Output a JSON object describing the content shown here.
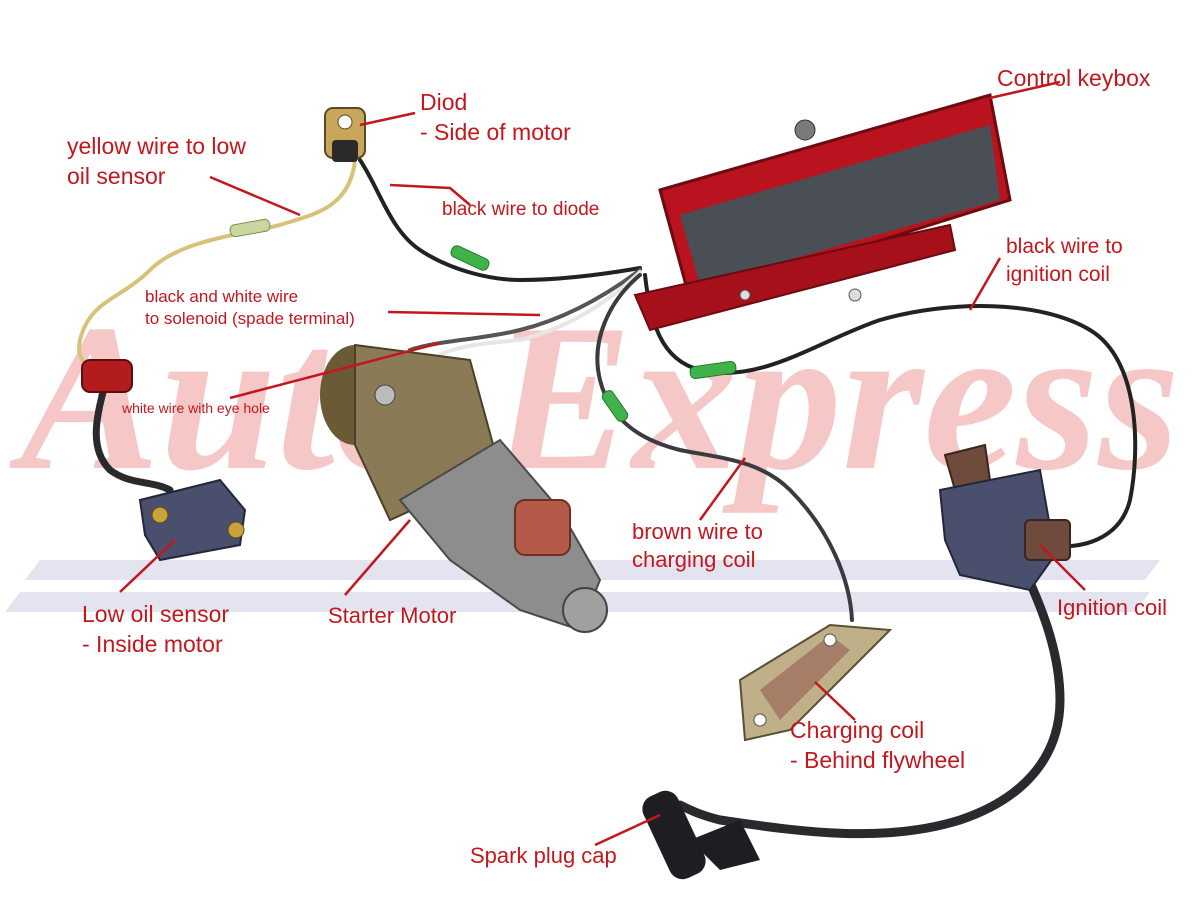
{
  "colors": {
    "label": "#c4171d",
    "leader": "#c4171d",
    "watermark": "#f2b5b5",
    "stripe": "#d9d9ea",
    "keybox": "#b8131e",
    "coil_body": "#4b4f6e",
    "motor": "#8a7a55",
    "wire": "#222222"
  },
  "watermark": {
    "text": "Auto Express"
  },
  "labels": {
    "control_keybox": "Control keybox",
    "diod_1": "Diod",
    "diod_2": "- Side of motor",
    "yellow_wire_1": "yellow wire to low",
    "yellow_wire_2": "oil sensor",
    "black_wire_diode": "black wire to diode",
    "black_wire_ign_1": "black wire to",
    "black_wire_ign_2": "ignition coil",
    "bw_wire_1": "black and white wire",
    "bw_wire_2": "to solenoid (spade terminal)",
    "white_wire_eye": "white wire with eye hole",
    "brown_wire_1": "brown wire to",
    "brown_wire_2": "charging coil",
    "low_oil_1": "Low oil sensor",
    "low_oil_2": "- Inside motor",
    "starter_motor": "Starter Motor",
    "ignition_coil": "Ignition coil",
    "charging_coil_1": "Charging coil",
    "charging_coil_2": "- Behind flywheel",
    "spark_plug_cap": "Spark plug cap"
  }
}
